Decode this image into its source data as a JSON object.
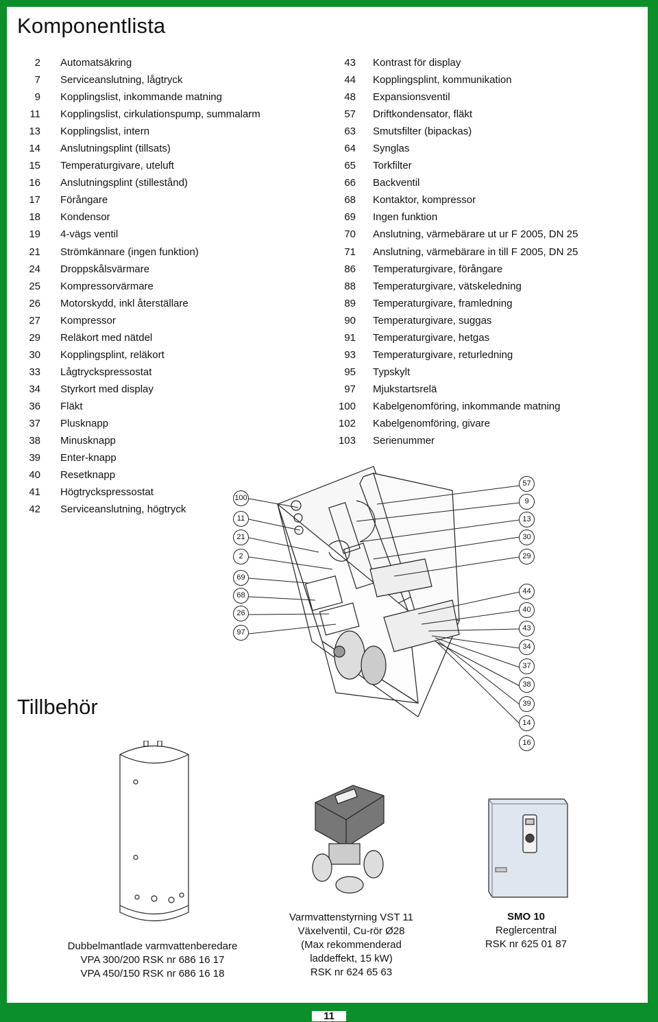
{
  "title": "Komponentlista",
  "components_left": [
    {
      "num": "2",
      "name": "Automatsäkring"
    },
    {
      "num": "7",
      "name": "Serviceanslutning, lågtryck"
    },
    {
      "num": "9",
      "name": "Kopplingslist, inkommande matning"
    },
    {
      "num": "11",
      "name": "Kopplingslist, cirkulationspump, summalarm"
    },
    {
      "num": "13",
      "name": "Kopplingslist, intern"
    },
    {
      "num": "14",
      "name": "Anslutningsplint (tillsats)"
    },
    {
      "num": "15",
      "name": "Temperaturgivare, uteluft"
    },
    {
      "num": "16",
      "name": "Anslutningsplint (stillestånd)"
    },
    {
      "num": "17",
      "name": "Förångare"
    },
    {
      "num": "18",
      "name": "Kondensor"
    },
    {
      "num": "19",
      "name": "4-vägs ventil"
    },
    {
      "num": "21",
      "name": "Strömkännare (ingen funktion)"
    },
    {
      "num": "24",
      "name": "Droppskålsvärmare"
    },
    {
      "num": "25",
      "name": "Kompressorvärmare"
    },
    {
      "num": "26",
      "name": "Motorskydd, inkl återställare"
    },
    {
      "num": "27",
      "name": "Kompressor"
    },
    {
      "num": "29",
      "name": "Reläkort med nätdel"
    },
    {
      "num": "30",
      "name": "Kopplingsplint, reläkort"
    },
    {
      "num": "33",
      "name": "Lågtryckspressostat"
    },
    {
      "num": "34",
      "name": "Styrkort med display"
    },
    {
      "num": "36",
      "name": "Fläkt"
    },
    {
      "num": "37",
      "name": "Plusknapp"
    },
    {
      "num": "38",
      "name": "Minusknapp"
    },
    {
      "num": "39",
      "name": "Enter-knapp"
    },
    {
      "num": "40",
      "name": "Resetknapp"
    },
    {
      "num": "41",
      "name": "Högtryckspressostat"
    },
    {
      "num": "42",
      "name": "Serviceanslutning, högtryck"
    }
  ],
  "components_right": [
    {
      "num": "43",
      "name": "Kontrast för display"
    },
    {
      "num": "44",
      "name": "Kopplingsplint, kommunikation"
    },
    {
      "num": "48",
      "name": "Expansionsventil"
    },
    {
      "num": "57",
      "name": "Driftkondensator, fläkt"
    },
    {
      "num": "63",
      "name": "Smutsfilter (bipackas)"
    },
    {
      "num": "64",
      "name": "Synglas"
    },
    {
      "num": "65",
      "name": "Torkfilter"
    },
    {
      "num": "66",
      "name": "Backventil"
    },
    {
      "num": "68",
      "name": "Kontaktor, kompressor"
    },
    {
      "num": "69",
      "name": "Ingen funktion"
    },
    {
      "num": "70",
      "name": "Anslutning, värmebärare ut ur F 2005, DN 25"
    },
    {
      "num": "71",
      "name": "Anslutning, värmebärare in till F 2005, DN 25"
    },
    {
      "num": "86",
      "name": "Temperaturgivare, förångare"
    },
    {
      "num": "88",
      "name": "Temperaturgivare, vätskeledning"
    },
    {
      "num": "89",
      "name": "Temperaturgivare, framledning"
    },
    {
      "num": "90",
      "name": "Temperaturgivare, suggas"
    },
    {
      "num": "91",
      "name": "Temperaturgivare, hetgas"
    },
    {
      "num": "93",
      "name": "Temperaturgivare, returledning"
    },
    {
      "num": "95",
      "name": "Typskylt"
    },
    {
      "num": "97",
      "name": "Mjukstartsrelä"
    },
    {
      "num": "100",
      "name": "Kabelgenomföring, inkommande matning"
    },
    {
      "num": "102",
      "name": "Kabelgenomföring, givare"
    },
    {
      "num": "103",
      "name": "Serienummer"
    }
  ],
  "callouts_left": [
    "100",
    "11",
    "21",
    "2",
    "69",
    "68",
    "26",
    "97"
  ],
  "callouts_right": [
    "57",
    "9",
    "13",
    "30",
    "29",
    "44",
    "40",
    "43",
    "34",
    "37",
    "38",
    "39",
    "14",
    "16"
  ],
  "accessories_title": "Tillbehör",
  "accessories": {
    "tank": {
      "line1": "Dubbelmantlade varmvattenberedare",
      "line2": "VPA 300/200 RSK nr 686 16 17",
      "line3": "VPA 450/150 RSK nr 686 16 18"
    },
    "valve": {
      "line1": "Varmvattenstyrning VST 11",
      "line2": "Växelventil, Cu-rör Ø28",
      "line3": "(Max rekommenderad",
      "line4": "laddeffekt, 15 kW)",
      "line5": "RSK nr 624 65 63"
    },
    "smo": {
      "line1": "SMO 10",
      "line2": "Reglercentral",
      "line3": "RSK nr 625 01 87"
    }
  },
  "page_number": "11",
  "colors": {
    "border": "#0a8f2a",
    "panel": "#dfe6ee",
    "tank": "#ffffff"
  }
}
